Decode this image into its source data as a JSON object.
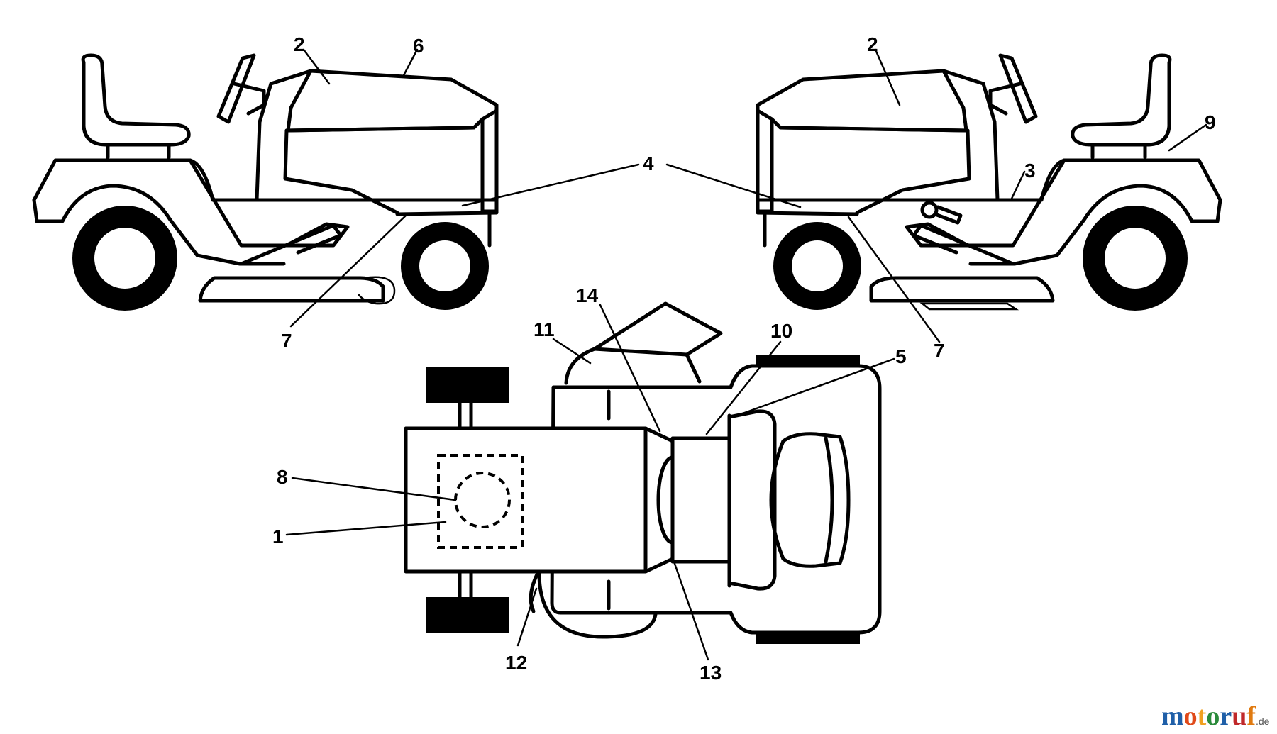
{
  "callouts": {
    "c1": "1",
    "c2_left": "2",
    "c2_right": "2",
    "c3": "3",
    "c4": "4",
    "c5": "5",
    "c6": "6",
    "c7_left": "7",
    "c7_right": "7",
    "c8": "8",
    "c9": "9",
    "c10": "10",
    "c11": "11",
    "c12": "12",
    "c13": "13",
    "c14": "14"
  },
  "watermark": {
    "letters": [
      "m",
      "o",
      "t",
      "o",
      "r",
      "u",
      "f"
    ],
    "suffix": ".de",
    "colors": [
      "#1f5fa8",
      "#e04a1a",
      "#f0a020",
      "#2a8a3a",
      "#1f5fa8",
      "#c0282a",
      "#e07a10"
    ]
  }
}
